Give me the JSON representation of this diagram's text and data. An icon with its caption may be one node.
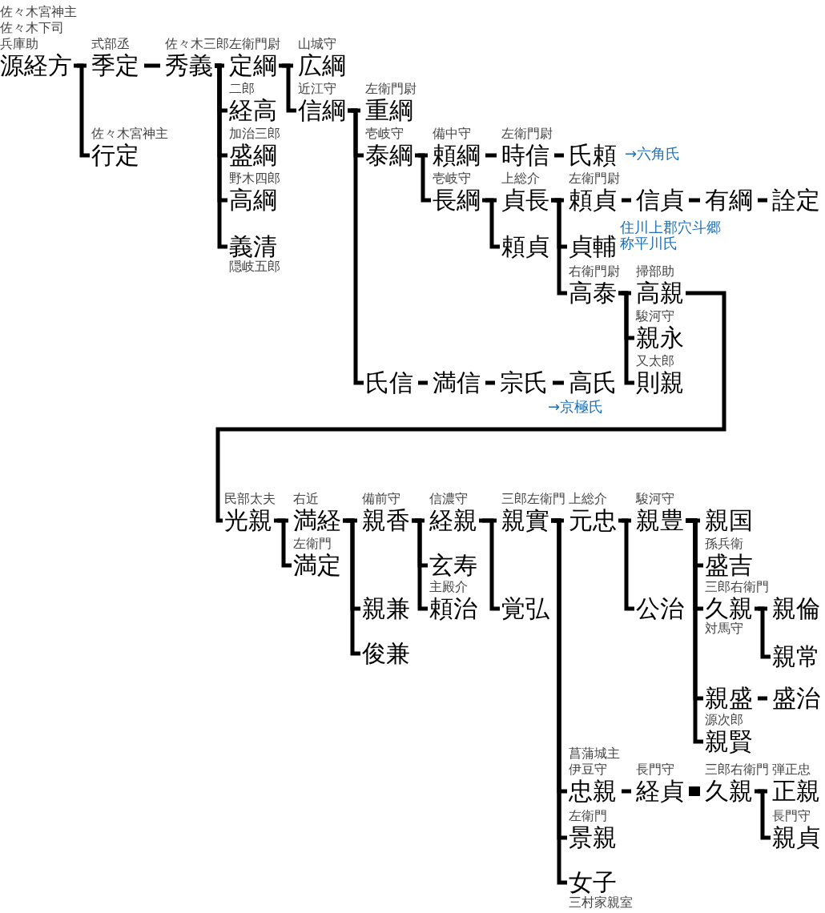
{
  "diagram": {
    "nodes": [
      {
        "text": [
          "佐々木宮神主",
          "佐々木下司",
          "兵庫助",
          "源経方"
        ]
      },
      {
        "text": [
          "式部丞",
          "季定"
        ]
      },
      {
        "text": [
          "佐々木宮神主",
          "行定"
        ]
      },
      {
        "text": [
          "佐々木三郎",
          "秀義"
        ]
      },
      {
        "text": [
          "左衛門尉",
          "定綱"
        ]
      },
      {
        "text": [
          "二郎",
          "経高"
        ]
      },
      {
        "text": [
          "加治三郎",
          "盛綱"
        ]
      },
      {
        "text": [
          "野木四郎",
          "高綱"
        ]
      },
      {
        "text": [
          "義清",
          "隠岐五郎"
        ]
      },
      {
        "text": [
          "山城守",
          "広綱"
        ]
      },
      {
        "text": [
          "近江守",
          "信綱"
        ]
      },
      {
        "text": [
          "左衛門尉",
          "重綱"
        ]
      },
      {
        "text": [
          "壱岐守",
          "泰綱"
        ]
      },
      {
        "text": [
          "備中守",
          "頼綱"
        ]
      },
      {
        "text": [
          "左衛門尉",
          "時信"
        ]
      },
      {
        "text": [
          "氏頼"
        ],
        "beside": [
          "→六角氏"
        ]
      },
      {
        "text": [
          "壱岐守",
          "長綱"
        ]
      },
      {
        "text": [
          "上総介",
          "貞長"
        ]
      },
      {
        "text": [
          "左衛門尉",
          "頼貞"
        ]
      },
      {
        "text": [
          "信貞"
        ]
      },
      {
        "text": [
          "有綱"
        ]
      },
      {
        "text": [
          "詮定"
        ]
      },
      {
        "text": [
          "頼貞"
        ]
      },
      {
        "text": [
          "貞輔"
        ],
        "beside": [
          "住川上郡穴斗郷称平川氏"
        ]
      },
      {
        "text": [
          "右衛門尉",
          "高泰"
        ]
      },
      {
        "text": [
          "掃部助",
          "高親"
        ]
      },
      {
        "text": [
          "駿河守",
          "親永"
        ]
      },
      {
        "text": [
          "又太郎",
          "則親"
        ]
      },
      {
        "text": [
          "氏信"
        ]
      },
      {
        "text": [
          "満信"
        ]
      },
      {
        "text": [
          "宗氏"
        ]
      },
      {
        "text": [
          "高氏"
        ],
        "beside": [
          "→京極氏"
        ]
      },
      {
        "text": [
          "民部太夫",
          "光親"
        ]
      },
      {
        "text": [
          "右近",
          "満経"
        ]
      },
      {
        "text": [
          "左衛門",
          "満定"
        ]
      },
      {
        "text": [
          "備前守",
          "親香"
        ]
      },
      {
        "text": [
          "親兼"
        ]
      },
      {
        "text": [
          "俊兼"
        ]
      },
      {
        "text": [
          "信濃守",
          "経親"
        ]
      },
      {
        "text": [
          "玄寿"
        ]
      },
      {
        "text": [
          "主殿介",
          "頼治"
        ]
      },
      {
        "text": [
          "三郎左衛門",
          "親實"
        ]
      },
      {
        "text": [
          "覚弘"
        ]
      },
      {
        "text": [
          "上総介",
          "元忠"
        ]
      },
      {
        "text": [
          "駿河守",
          "親豊"
        ]
      },
      {
        "text": [
          "公治"
        ]
      },
      {
        "text": [
          "親国"
        ]
      },
      {
        "text": [
          "孫兵衛",
          "盛吉"
        ]
      },
      {
        "text": [
          "三郎右衛門",
          "久親",
          "対馬守"
        ]
      },
      {
        "text": [
          "親倫"
        ]
      },
      {
        "text": [
          "親常"
        ]
      },
      {
        "text": [
          "親盛"
        ]
      },
      {
        "text": [
          "盛治"
        ]
      },
      {
        "text": [
          "源次郎",
          "親賢"
        ]
      },
      {
        "text": [
          "菖蒲城主",
          "伊豆守",
          "忠親"
        ]
      },
      {
        "text": [
          "長門守",
          "経貞"
        ]
      },
      {
        "text": [
          "三郎右衛門",
          "久親"
        ]
      },
      {
        "text": [
          "弾正忠",
          "正親"
        ]
      },
      {
        "text": [
          "長門守",
          "親貞"
        ]
      },
      {
        "text": [
          "左衛門",
          "景親"
        ]
      },
      {
        "text": [
          "女子",
          "三村家親室"
        ]
      }
    ],
    "edges": [
      {
        "from": 0,
        "to": 1,
        "arrow": "none"
      },
      {
        "from": 0,
        "to": 2,
        "arrow": "none"
      },
      {
        "from": 1,
        "to": 3,
        "arrow": "none"
      },
      {
        "from": 3,
        "to": 4,
        "arrow": "none"
      },
      {
        "from": 3,
        "to": 5,
        "arrow": "none"
      },
      {
        "from": 3,
        "to": 6,
        "arrow": "none"
      },
      {
        "from": 3,
        "to": 7,
        "arrow": "none"
      },
      {
        "from": 3,
        "to": 8,
        "arrow": "none"
      },
      {
        "from": 4,
        "to": 9,
        "arrow": "none"
      },
      {
        "from": 4,
        "to": 10,
        "arrow": "none"
      },
      {
        "from": 10,
        "to": 11,
        "arrow": "none"
      },
      {
        "from": 10,
        "to": 12,
        "arrow": "none"
      },
      {
        "from": 12,
        "to": 13,
        "arrow": "none"
      },
      {
        "from": 12,
        "to": 16,
        "arrow": "none"
      },
      {
        "from": 13,
        "to": 14,
        "arrow": "none"
      },
      {
        "from": 14,
        "to": 15,
        "arrow": "none"
      },
      {
        "from": 16,
        "to": 17,
        "arrow": "none"
      },
      {
        "from": 16,
        "to": 22,
        "arrow": "none"
      },
      {
        "from": 17,
        "to": 18,
        "arrow": "none"
      },
      {
        "from": 17,
        "to": 23,
        "arrow": "none"
      },
      {
        "from": 17,
        "to": 24,
        "arrow": "none"
      },
      {
        "from": 18,
        "to": 19,
        "arrow": "none"
      },
      {
        "from": 19,
        "to": 20,
        "arrow": "none"
      },
      {
        "from": 20,
        "to": 21,
        "arrow": "none"
      },
      {
        "from": 24,
        "to": 25,
        "arrow": "none"
      },
      {
        "from": 24,
        "to": 26,
        "arrow": "none"
      },
      {
        "from": 24,
        "to": 27,
        "arrow": "none"
      },
      {
        "from": 10,
        "to": 28,
        "arrow": "none"
      },
      {
        "from": 28,
        "to": 29,
        "arrow": "none"
      },
      {
        "from": 29,
        "to": 30,
        "arrow": "none"
      },
      {
        "from": 30,
        "to": 31,
        "arrow": "none"
      },
      {
        "from": 25,
        "to": 32,
        "arrow": "none"
      },
      {
        "from": 32,
        "to": 33,
        "arrow": "none"
      },
      {
        "from": 32,
        "to": 34,
        "arrow": "none"
      },
      {
        "from": 33,
        "to": 35,
        "arrow": "none"
      },
      {
        "from": 33,
        "to": 36,
        "arrow": "none"
      },
      {
        "from": 33,
        "to": 37,
        "arrow": "none"
      },
      {
        "from": 35,
        "to": 38,
        "arrow": "none"
      },
      {
        "from": 35,
        "to": 39,
        "arrow": "none"
      },
      {
        "from": 35,
        "to": 40,
        "arrow": "none"
      },
      {
        "from": 38,
        "to": 41,
        "arrow": "none"
      },
      {
        "from": 38,
        "to": 42,
        "arrow": "none"
      },
      {
        "from": 41,
        "to": 43,
        "arrow": "none"
      },
      {
        "from": 41,
        "to": 54,
        "arrow": "none"
      },
      {
        "from": 41,
        "to": 59,
        "arrow": "none"
      },
      {
        "from": 41,
        "to": 60,
        "arrow": "none"
      },
      {
        "from": 43,
        "to": 44,
        "arrow": "none"
      },
      {
        "from": 43,
        "to": 45,
        "arrow": "none"
      },
      {
        "from": 44,
        "to": 46,
        "arrow": "none"
      },
      {
        "from": 44,
        "to": 47,
        "arrow": "none"
      },
      {
        "from": 44,
        "to": 48,
        "arrow": "none"
      },
      {
        "from": 44,
        "to": 51,
        "arrow": "none"
      },
      {
        "from": 44,
        "to": 53,
        "arrow": "none"
      },
      {
        "from": 48,
        "to": 49,
        "arrow": "none"
      },
      {
        "from": 48,
        "to": 50,
        "arrow": "none"
      },
      {
        "from": 51,
        "to": 52,
        "arrow": "none"
      },
      {
        "from": 54,
        "to": 55,
        "arrow": "none"
      },
      {
        "from": 55,
        "to": 56,
        "arrow": "none",
        "style": "thick"
      },
      {
        "from": 56,
        "to": 57,
        "arrow": "none"
      },
      {
        "from": 56,
        "to": 58,
        "arrow": "none"
      }
    ]
  }
}
